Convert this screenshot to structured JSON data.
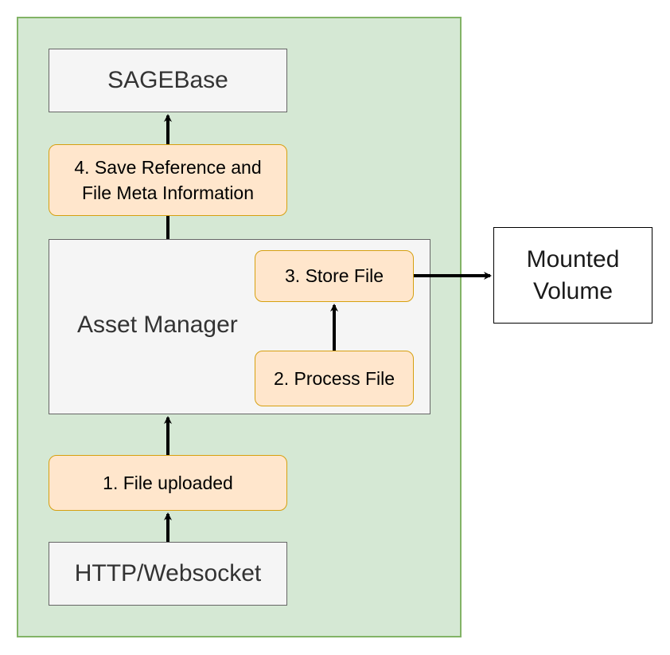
{
  "nodes": {
    "sagebase": "SAGEBase",
    "step4": "4. Save Reference and\nFile Meta Information",
    "asset_manager": "Asset Manager",
    "step3": "3. Store File",
    "step2": "2. Process File",
    "step1": "1. File uploaded",
    "http": "HTTP/Websocket",
    "mounted": "Mounted\nVolume"
  },
  "colors": {
    "container_fill": "#d5e8d4",
    "container_border": "#82b366",
    "gray_fill": "#f5f5f5",
    "step_fill": "#ffe6cc",
    "step_border": "#d6a010"
  }
}
